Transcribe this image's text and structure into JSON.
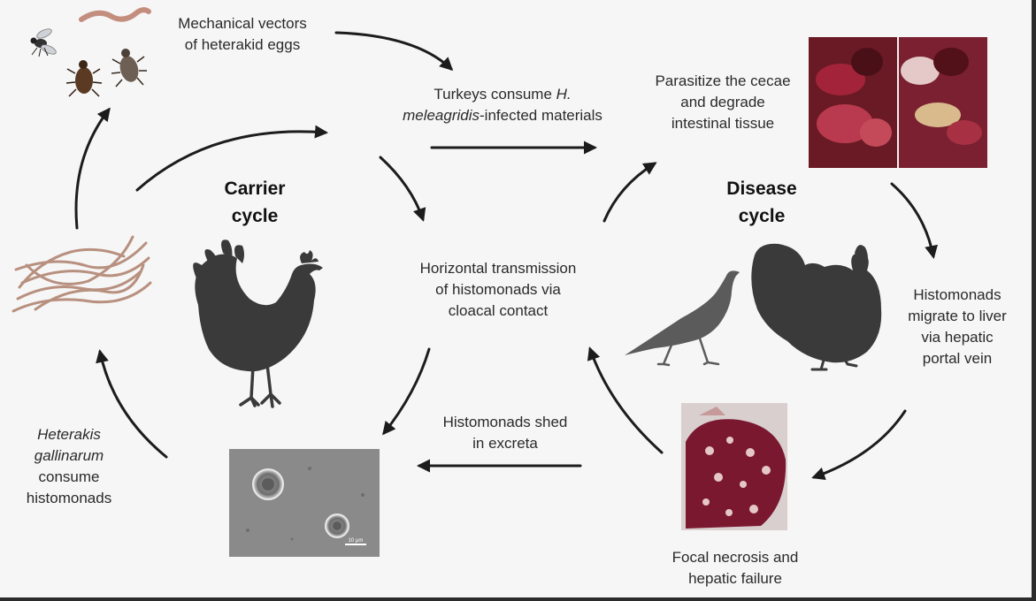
{
  "colors": {
    "background": "#f6f6f6",
    "frame": "#2b2b2b",
    "arrow": "#1c1c1c",
    "silhouette": "#3a3a3a",
    "worm": "#b58c7e",
    "tissue": "#8b1a2a"
  },
  "icons": [
    "fly-icon",
    "earthworm-icon",
    "beetle-icon",
    "nematode-cluster-icon",
    "chicken-icon",
    "turkey-icon",
    "wild-turkey-icon",
    "cecae-photo",
    "liver-photo",
    "micrograph-photo"
  ],
  "carrier_cycle": {
    "line1": "Carrier",
    "line2": "cycle"
  },
  "disease_cycle": {
    "line1": "Disease",
    "line2": "cycle"
  },
  "labels": {
    "mechanical_vectors": [
      "Mechanical vectors",
      "of heterakid eggs"
    ],
    "turkeys_consume": {
      "line1_pre": "Turkeys consume ",
      "line1_em": "H.",
      "line2_em": "meleagridis",
      "line2_post": "-infected materials"
    },
    "parasitize": [
      "Parasitize the cecae",
      "and degrade",
      "intestinal tissue"
    ],
    "horizontal": [
      "Horizontal transmission",
      "of histomonads via",
      "cloacal contact"
    ],
    "migrate": [
      "Histomonads",
      "migrate to liver",
      "via hepatic",
      "portal vein"
    ],
    "shed": [
      "Histomonads shed",
      "in excreta"
    ],
    "heterakis": {
      "em1": "Heterakis",
      "em2": "gallinarum",
      "line3": "consume",
      "line4": "histomonads"
    },
    "necrosis": [
      "Focal necrosis and",
      "hepatic failure"
    ]
  },
  "micrograph_scale": "10 μm"
}
